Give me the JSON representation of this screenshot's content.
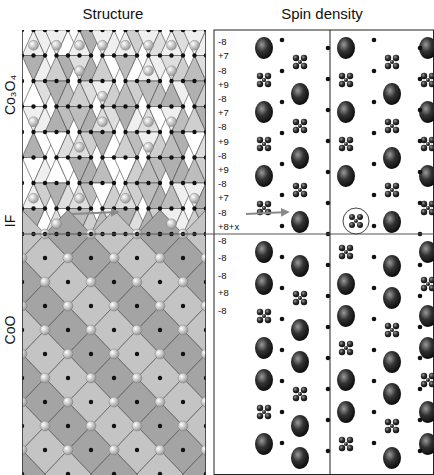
{
  "diagram": {
    "labels": [
      "Structure",
      "Spin density",
      "Co₃O₄",
      "IF",
      "CoO",
      "-8",
      "+7",
      "-8",
      "+9",
      "-8",
      "+7",
      "-8",
      "+9",
      "-8",
      "+9",
      "-8",
      "+7",
      "-8",
      "+8+x",
      "-8",
      "-8",
      "-8",
      "+8",
      "-8"
    ]
  }
}
